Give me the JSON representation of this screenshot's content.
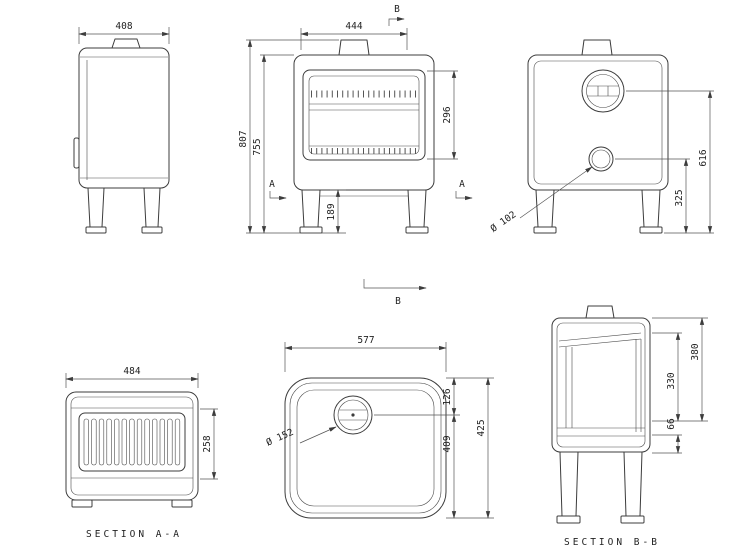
{
  "drawing": {
    "line_color": "#3c3c3c",
    "views": {
      "side_view": {
        "width": "408"
      },
      "front_view": {
        "width": "444",
        "overall_height": "807",
        "body_height": "755",
        "door_height": "296",
        "leg_clearance": "189",
        "cut_label_left": "A",
        "cut_label_right": "A",
        "cut_label_top": "B"
      },
      "rear_view": {
        "flue_centre_height": "616",
        "outlet_centre_height": "325",
        "outlet_diameter": "Ø 102"
      },
      "cut_arrow_bottom": {
        "label": "B"
      },
      "section_aa": {
        "width": "484",
        "opening_height": "258",
        "caption": "SECTION A-A"
      },
      "top_view": {
        "depth": "577",
        "flue_offset": "126",
        "flue_to_front": "409",
        "width": "425",
        "flue_diameter": "Ø 152"
      },
      "section_bb": {
        "upper": "380",
        "mid": "330",
        "lower": "66",
        "caption": "SECTION B-B"
      }
    }
  }
}
